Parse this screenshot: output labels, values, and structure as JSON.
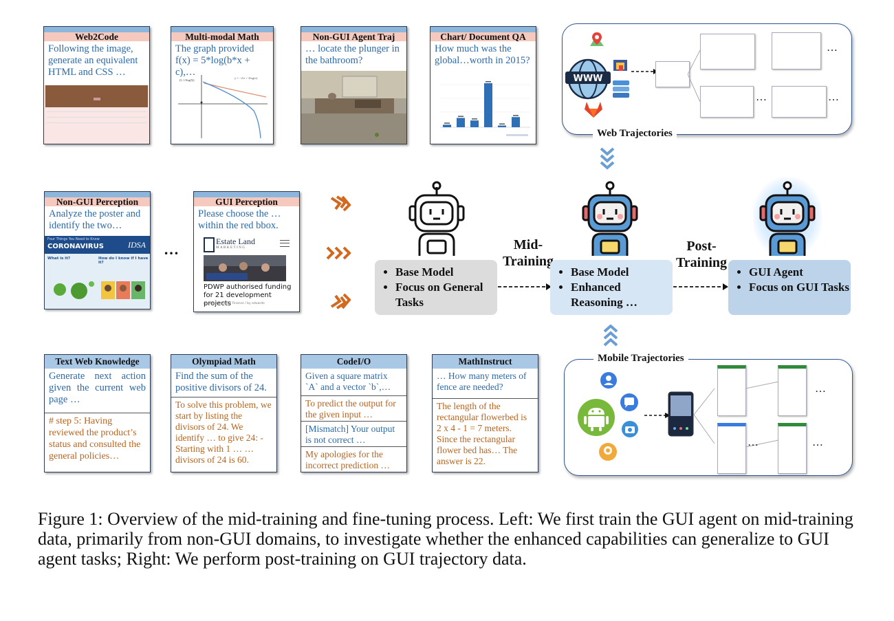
{
  "cards_top": [
    {
      "title": "Web2Code",
      "text": "Following the image, generate an equivalent HTML and CSS …"
    },
    {
      "title": "Multi-modal Math",
      "text": "The graph provided f(x) = 5*log(b*x + c),…"
    },
    {
      "title": "Non-GUI Agent Traj",
      "text": "… locate the plunger in the bathroom?"
    },
    {
      "title": "Chart/ Document QA",
      "text": "How much was the global…worth in 2015?"
    }
  ],
  "math_plot": {
    "legend": "y = −2/x + 2log(x)",
    "label": "(5, 1.5log(5))"
  },
  "cards_mid": [
    {
      "title": "Non-GUI Perception",
      "text": "Analyze the poster and identify the two…"
    },
    {
      "title": "GUI Perception",
      "text": "Please choose the … within the red bbox."
    }
  ],
  "poster": {
    "top": "Four Things You Need to Know",
    "title": "CORONAVIRUS",
    "brand": "IDSA",
    "left_head": "What is it?",
    "right_head": "How do I know if I have it?"
  },
  "gui_thumb": {
    "brand": "Estate Land",
    "brand_sub": "MARKETING",
    "headline": "PDWP authorised funding for 21 development projects",
    "meta": "August 26, 2022 / Finance / by eduardo"
  },
  "mid_ellipsis": "…",
  "cards_bottom": [
    {
      "title": "Text Web Knowledge",
      "blue": "Generate next action given the current web page …",
      "orange": [
        "# step 5: Having reviewed the product’s status and consulted the general policies…"
      ]
    },
    {
      "title": "Olympiad Math",
      "blue": "Find the sum of the positive divisors of 24.",
      "orange": [
        "To solve this problem, we start by listing the divisors of 24. We identify … to give 24: - Starting with 1 … … divisors of 24 is 60."
      ]
    },
    {
      "title": "CodeI/O",
      "blue": "Given a square matrix `A` and a vector `b`,…",
      "orange": [
        "To predict the output for the given input …"
      ],
      "blue2": "[Mismatch] Your output is not correct …",
      "orange2": "My apologies for the incorrect prediction …"
    },
    {
      "title": "MathInstruct",
      "blue": "… How many meters of fence are needed?",
      "orange": [
        "The length of the rectangular flowerbed is 2 x 4 - 1 = 7 meters. Since the rectangular flower bed has… The answer is 22."
      ]
    }
  ],
  "chart_thumb": {
    "type": "bar",
    "values": [
      3,
      11,
      8,
      52,
      2,
      12
    ]
  },
  "models": [
    {
      "items": [
        "Base Model",
        "Focus on General Tasks"
      ]
    },
    {
      "items": [
        "Base Model",
        "Enhanced Reasoning …"
      ]
    },
    {
      "items": [
        "GUI Agent",
        "Focus on GUI Tasks"
      ]
    }
  ],
  "stage_labels": {
    "mid": "Mid-\nTraining",
    "post": "Post-\nTraining"
  },
  "web_traj": {
    "label": "Web Trajectories",
    "www": "WWW",
    "ellipses": [
      "…",
      "…",
      "…"
    ]
  },
  "mobile_traj": {
    "label": "Mobile Trajectories",
    "ellipses": [
      "…",
      "…",
      "…"
    ]
  },
  "caption": "Figure 1: Overview of the mid-training and fine-tuning process. Left: We first train the GUI agent on mid-training data, primarily from non-GUI domains, to investigate whether the enhanced capabilities can generalize to GUI agent tasks; Right: We perform post-training on GUI trajectory data.",
  "colors": {
    "card_border": "#2b3a55",
    "blue_text": "#2d6aa8",
    "orange_text": "#b8641f",
    "arrow_orange": "#d2691e",
    "arrow_blue": "#6b9fd4",
    "box_grey": "#dcdcdc",
    "box_blue": "#d6e6f5",
    "box_blue_dark": "#bcd3ea"
  },
  "icons": [
    "robot-icon",
    "robot-enhanced-icon",
    "robot-gui-icon",
    "globe-www-icon",
    "map-pin-icon",
    "gitlab-icon",
    "shop-icon",
    "stack-icon",
    "android-icon",
    "contacts-icon",
    "message-icon",
    "camera-icon",
    "location-icon",
    "phone-icon"
  ]
}
